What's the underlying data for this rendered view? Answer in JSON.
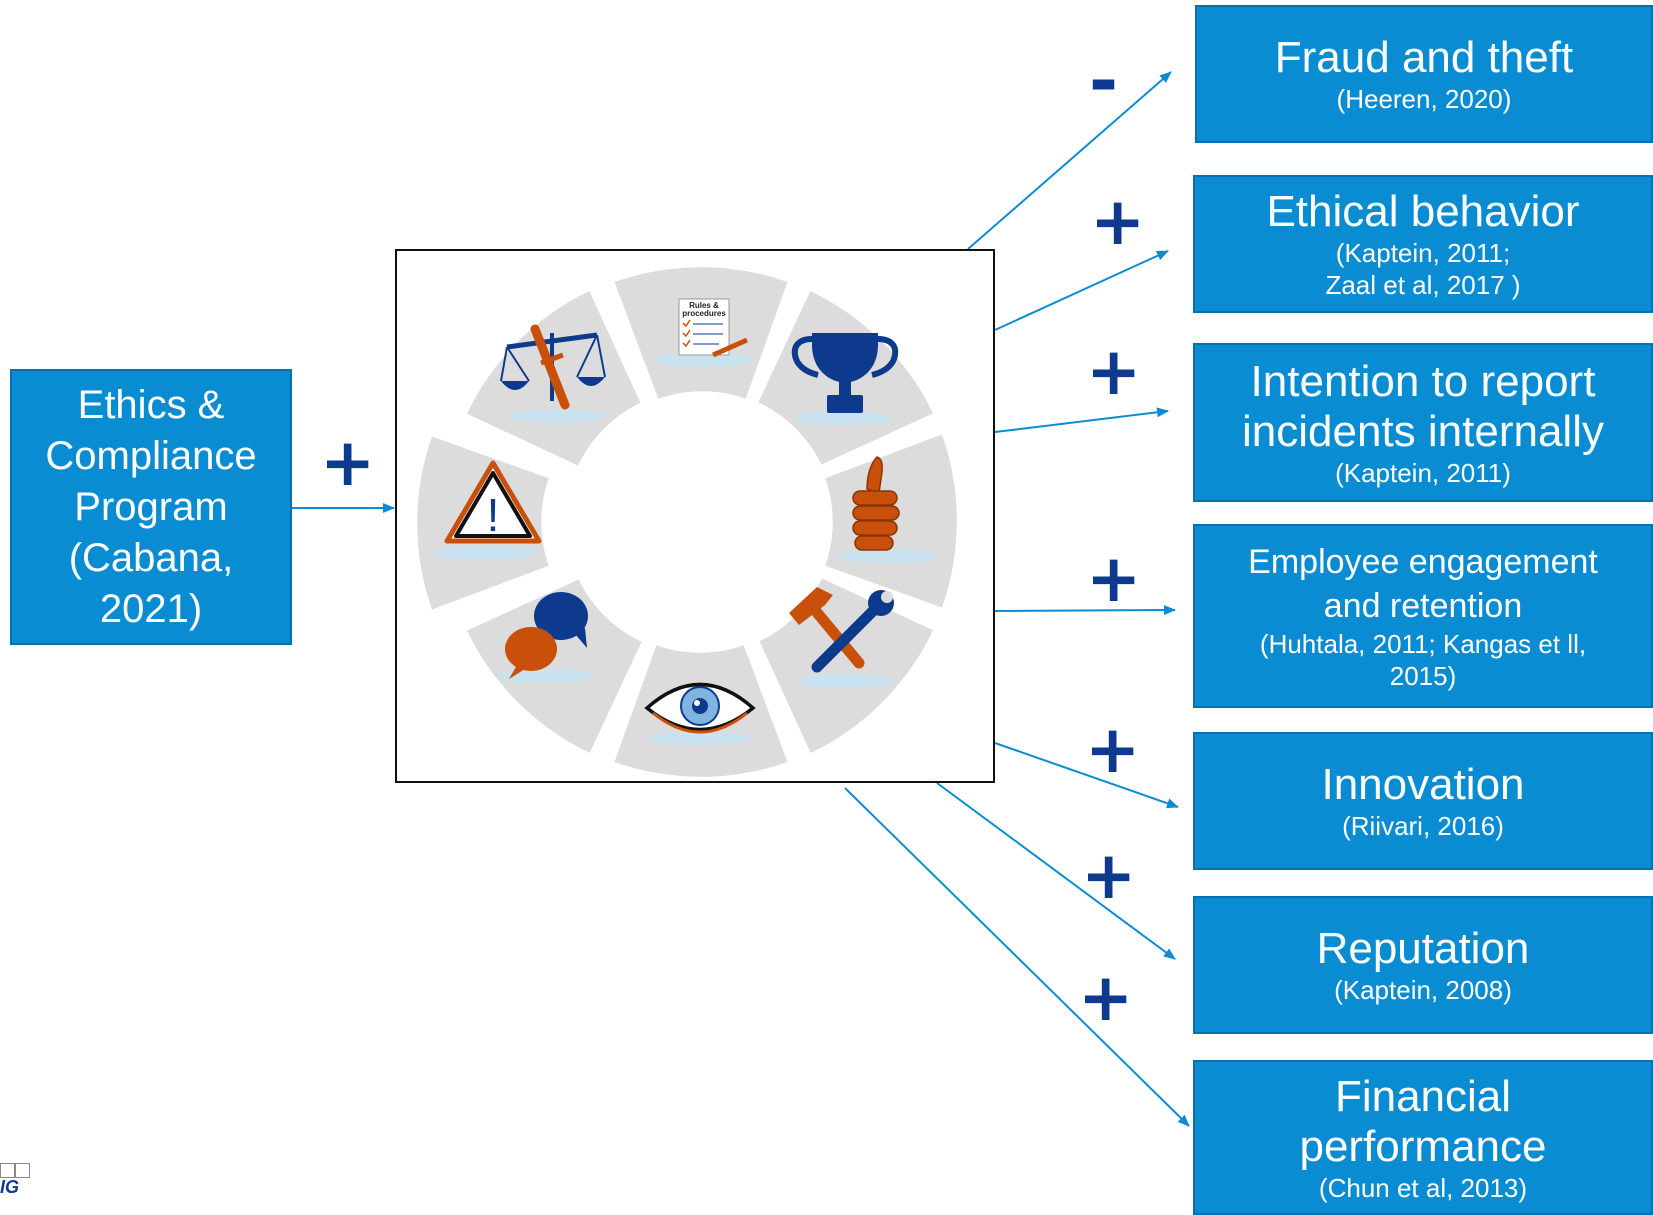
{
  "source": {
    "label_lines": [
      "Ethics &",
      "Compliance",
      "Program",
      "(Cabana,",
      "2021)"
    ],
    "sign": "+"
  },
  "hub": {
    "segments": [
      {
        "icon": "rules-procedures-icon",
        "caption_lines": [
          "Rules &",
          "procedures"
        ]
      },
      {
        "icon": "trophy-icon"
      },
      {
        "icon": "thumbs-up-icon"
      },
      {
        "icon": "tools-icon"
      },
      {
        "icon": "eye-icon"
      },
      {
        "icon": "speech-bubbles-icon"
      },
      {
        "icon": "warning-icon",
        "symbol": "!"
      },
      {
        "icon": "scales-sword-icon"
      }
    ]
  },
  "outcomes": [
    {
      "title": "Fraud and theft",
      "ref_lines": [
        "(Heeren, 2020)"
      ],
      "sign": "-"
    },
    {
      "title": "Ethical behavior",
      "ref_lines": [
        "(Kaptein, 2011;",
        "Zaal et al, 2017 )"
      ],
      "sign": "+"
    },
    {
      "title_lines": [
        "Intention to report",
        "incidents internally"
      ],
      "ref_lines": [
        "(Kaptein, 2011)"
      ],
      "sign": "+"
    },
    {
      "title_lines": [
        "Employee engagement",
        "and retention"
      ],
      "ref_lines": [
        "(Huhtala, 2011; Kangas et ll,",
        "2015)"
      ],
      "sign": "+"
    },
    {
      "title": "Innovation",
      "ref_lines": [
        "(Riivari, 2016)"
      ],
      "sign": "+"
    },
    {
      "title": "Reputation",
      "ref_lines": [
        "(Kaptein, 2008)"
      ],
      "sign": "+"
    },
    {
      "title_lines": [
        "Financial",
        "performance"
      ],
      "ref_lines": [
        "(Chun et al, 2013)"
      ],
      "sign": "+"
    }
  ],
  "logo": {
    "text": "IG"
  },
  "colors": {
    "box": "#0a8cd2",
    "arrow": "#0a8cd2",
    "sign": "#0d3a8c",
    "accent_orange": "#c8500a",
    "accent_navy": "#0d3a8c",
    "segment_gray": "#dcdcdc"
  }
}
